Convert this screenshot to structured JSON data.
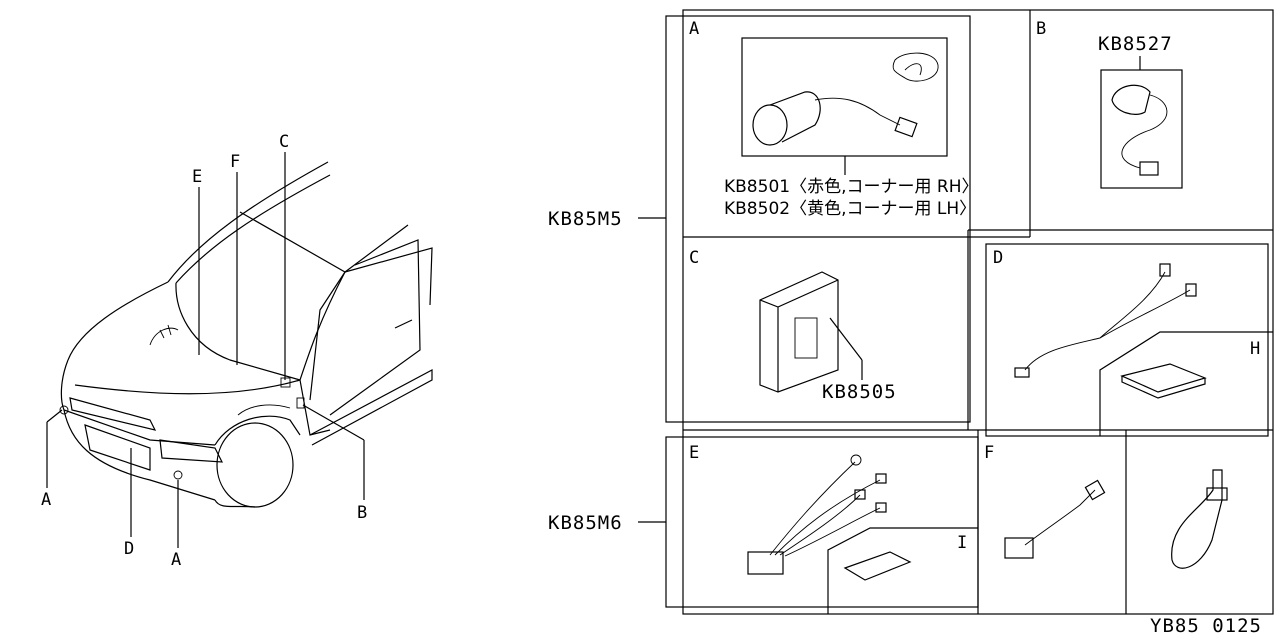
{
  "vehicle_callouts": [
    "E",
    "F",
    "C",
    "A",
    "D",
    "A",
    "B"
  ],
  "groups": {
    "top": {
      "code": "KB85M5"
    },
    "bottom": {
      "code": "KB85M6"
    }
  },
  "panels": {
    "A": {
      "letter": "A",
      "part_line_1": "KB8501〈赤色,コーナー用 RH〉",
      "part_line_2": "KB8502〈黄色,コーナー用 LH〉"
    },
    "B": {
      "letter": "B",
      "part": "KB8527"
    },
    "C": {
      "letter": "C",
      "part": "KB8505"
    },
    "D": {
      "letter": "D"
    },
    "H": {
      "letter": "H"
    },
    "E": {
      "letter": "E"
    },
    "I": {
      "letter": "I"
    },
    "F": {
      "letter": "F"
    }
  },
  "footer": {
    "code": "YB85 0125"
  }
}
